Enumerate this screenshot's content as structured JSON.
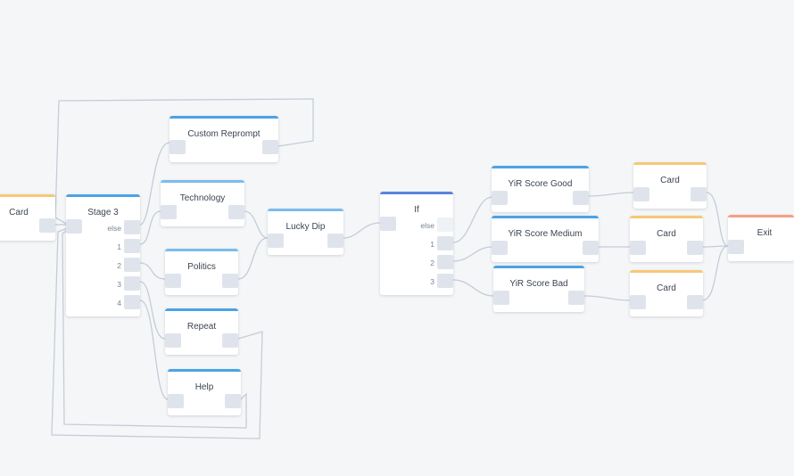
{
  "nodes": {
    "card_left": "Card",
    "stage3": "Stage 3",
    "custom_reprompt": "Custom Reprompt",
    "technology": "Technology",
    "politics": "Politics",
    "repeat": "Repeat",
    "help": "Help",
    "lucky_dip": "Lucky Dip",
    "if": "If",
    "yir_good": "YiR Score Good",
    "yir_medium": "YiR Score Medium",
    "yir_bad": "YiR Score Bad",
    "card_top": "Card",
    "card_mid": "Card",
    "card_bottom": "Card",
    "exit": "Exit"
  },
  "stage3_ports": [
    "else",
    "1",
    "2",
    "3",
    "4"
  ],
  "if_ports": [
    "else",
    "1",
    "2",
    "3"
  ],
  "colors": {
    "wire": "#c5ccd8",
    "blue": "#4ba3e6",
    "yellow": "#f6c878",
    "orange": "#f2a183",
    "port": "#dfe4ec"
  }
}
